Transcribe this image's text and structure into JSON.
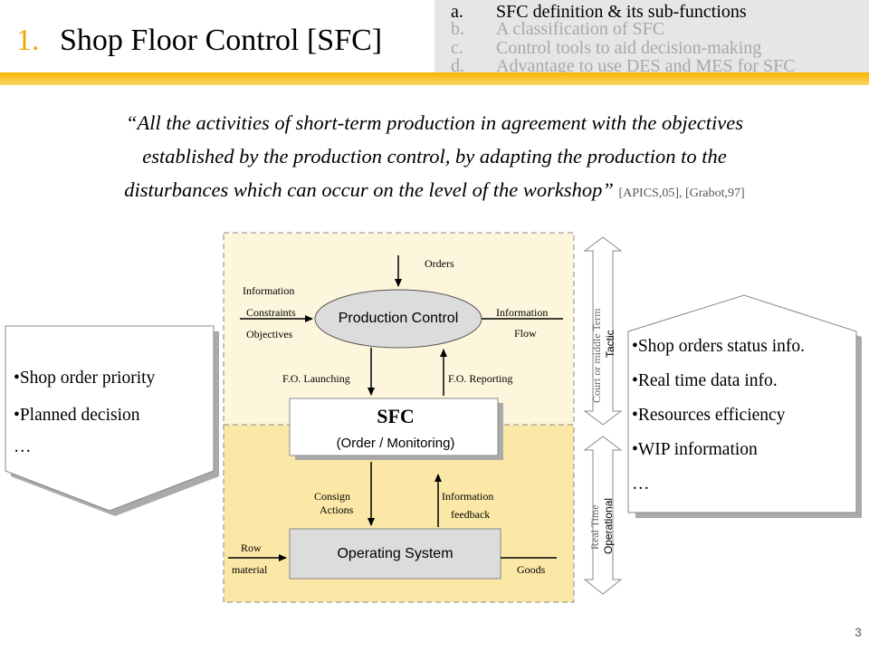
{
  "slide": {
    "number_prefix": "1.",
    "title": "Shop Floor Control [SFC]",
    "page_number": "3"
  },
  "outline": [
    {
      "letter": "a.",
      "text": "SFC definition & its sub-functions"
    },
    {
      "letter": "b.",
      "text": "A classification of SFC"
    },
    {
      "letter": "c.",
      "text": "Control tools to aid decision-making"
    },
    {
      "letter": "d.",
      "text": "Advantage to use DES and MES for SFC"
    }
  ],
  "quote": {
    "line1": "“All the activities of short-term production in agreement with the objectives",
    "line2": "established by the production control, by adapting the production to the",
    "line3": "disturbances which can occur on the level of the workshop”",
    "citation": "[APICS,05], [Grabot,97]"
  },
  "diagram": {
    "orders": "Orders",
    "information_left": "Information",
    "constraints": "Constraints",
    "objectives": "Objectives",
    "production_control": "Production Control",
    "information_right": "Information",
    "flow": "Flow",
    "fo_launching": "F.O. Launching",
    "fo_reporting": "F.O. Reporting",
    "sfc_title": "SFC",
    "sfc_subtitle": "(Order / Monitoring)",
    "consign": "Consign",
    "actions": "Actions",
    "information_feedback_1": "Information",
    "information_feedback_2": "feedback",
    "row": "Row",
    "material": "material",
    "operating_system": "Operating System",
    "goods": "Goods",
    "tactic_level_1": "Court or middle Term",
    "tactic_level_2": "Tactic",
    "operational_level_1": "Real Time",
    "operational_level_2": "Operational"
  },
  "left_panel": {
    "items": [
      "•Shop order priority",
      "•Planned decision",
      "…"
    ]
  },
  "right_panel": {
    "items": [
      "•Shop orders status info.",
      "•Real time data info.",
      "•Resources efficiency",
      "•WIP information",
      "…"
    ]
  },
  "colors": {
    "accent_gold": "#f7b500",
    "upper_zone": "#fdf6dc",
    "lower_zone": "#fbe8a6",
    "dim_text": "#a8a8a8"
  }
}
